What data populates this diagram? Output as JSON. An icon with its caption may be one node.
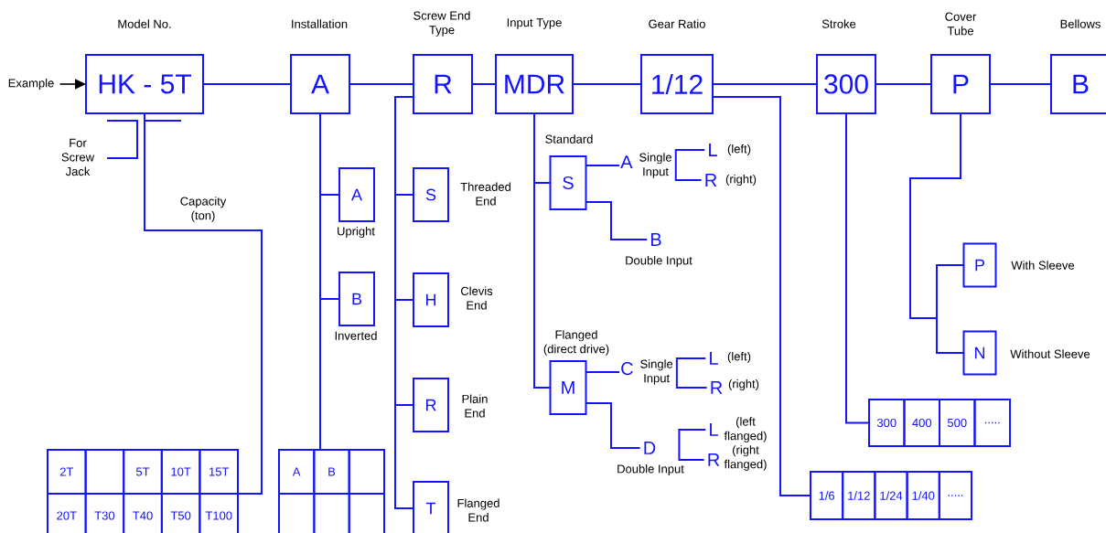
{
  "diagram": {
    "nodes": [
      {
        "text": [
          "Example"
        ]
      },
      {
        "text": [
          "Model No.",
          "HK - 5T"
        ]
      },
      {
        "text": [
          "Installation",
          "A"
        ]
      },
      {
        "text": [
          "Screw End Type",
          "R"
        ]
      },
      {
        "text": [
          "Input Type",
          "MDR"
        ]
      },
      {
        "text": [
          "Gear Ratio",
          "1/12"
        ]
      },
      {
        "text": [
          "Stroke",
          "300"
        ]
      },
      {
        "text": [
          "Cover Tube",
          "P"
        ]
      },
      {
        "text": [
          "Bellows",
          "B"
        ]
      },
      {
        "text": [
          "A"
        ],
        "beside": [
          "Upright"
        ]
      },
      {
        "text": [
          "B"
        ],
        "beside": [
          "Inverted"
        ]
      },
      {
        "text": [
          "S"
        ],
        "beside": [
          "Threaded End"
        ]
      },
      {
        "text": [
          "H"
        ],
        "beside": [
          "Clevis End"
        ]
      },
      {
        "text": [
          "R"
        ],
        "beside": [
          "Plain End"
        ]
      },
      {
        "text": [
          "T"
        ],
        "beside": [
          "Flanged End"
        ]
      },
      {
        "text": [
          "S"
        ],
        "beside": [
          "Standard"
        ]
      },
      {
        "text": [
          "A",
          "Single Input"
        ]
      },
      {
        "text": [
          "L"
        ],
        "beside": [
          "(left)"
        ]
      },
      {
        "text": [
          "R"
        ],
        "beside": [
          "(right)"
        ]
      },
      {
        "text": [
          "B"
        ],
        "beside": [
          "Double Input"
        ]
      },
      {
        "text": [
          "M"
        ],
        "beside": [
          "Flanged (direct drive)"
        ]
      },
      {
        "text": [
          "C",
          "Single Input"
        ]
      },
      {
        "text": [
          "L"
        ],
        "beside": [
          "(left)"
        ]
      },
      {
        "text": [
          "R"
        ],
        "beside": [
          "(right)"
        ]
      },
      {
        "text": [
          "D"
        ],
        "beside": [
          "Double Input"
        ]
      },
      {
        "text": [
          "L"
        ],
        "beside": [
          "(left flanged)"
        ]
      },
      {
        "text": [
          "R"
        ],
        "beside": [
          "(right flanged)"
        ]
      },
      {
        "text": [
          "P"
        ],
        "beside": [
          "With Sleeve"
        ]
      },
      {
        "text": [
          "N"
        ],
        "beside": [
          "Without Sleeve"
        ]
      },
      {
        "text": [
          "2T",
          "5T",
          "10T",
          "15T",
          "20T",
          "T30",
          "T40",
          "T50",
          "T100"
        ]
      },
      {
        "text": [
          "A",
          "B"
        ]
      },
      {
        "text": [
          "300",
          "400",
          "500",
          "....."
        ]
      },
      {
        "text": [
          "1/6",
          "1/12",
          "1/24",
          "1/40",
          "....."
        ]
      }
    ],
    "edges": [
      {
        "from": 0,
        "to": 1,
        "arrow": "to",
        "color": "#000000"
      },
      {
        "from": 1,
        "to": 2,
        "arrow": "none"
      },
      {
        "from": 2,
        "to": 3,
        "arrow": "none"
      },
      {
        "from": 3,
        "to": 4,
        "arrow": "none"
      },
      {
        "from": 4,
        "to": 5,
        "arrow": "none"
      },
      {
        "from": 5,
        "to": 6,
        "arrow": "none"
      },
      {
        "from": 6,
        "to": 7,
        "arrow": "none"
      },
      {
        "from": 7,
        "to": 8,
        "arrow": "none"
      },
      {
        "from": 1,
        "to": 29,
        "arrow": "none",
        "label": "Capacity (ton)"
      },
      {
        "from": 2,
        "to": 9,
        "arrow": "none"
      },
      {
        "from": 2,
        "to": 10,
        "arrow": "none"
      },
      {
        "from": 2,
        "to": 30,
        "arrow": "none"
      },
      {
        "from": 3,
        "to": 11,
        "arrow": "none"
      },
      {
        "from": 3,
        "to": 12,
        "arrow": "none"
      },
      {
        "from": 3,
        "to": 13,
        "arrow": "none"
      },
      {
        "from": 3,
        "to": 14,
        "arrow": "none"
      },
      {
        "from": 4,
        "to": 15,
        "arrow": "none"
      },
      {
        "from": 4,
        "to": 20,
        "arrow": "none"
      },
      {
        "from": 15,
        "to": 16,
        "arrow": "none"
      },
      {
        "from": 15,
        "to": 19,
        "arrow": "none"
      },
      {
        "from": 16,
        "to": 17,
        "arrow": "none"
      },
      {
        "from": 16,
        "to": 18,
        "arrow": "none"
      },
      {
        "from": 20,
        "to": 21,
        "arrow": "none"
      },
      {
        "from": 20,
        "to": 24,
        "arrow": "none"
      },
      {
        "from": 21,
        "to": 22,
        "arrow": "none"
      },
      {
        "from": 21,
        "to": 23,
        "arrow": "none"
      },
      {
        "from": 24,
        "to": 25,
        "arrow": "none"
      },
      {
        "from": 24,
        "to": 26,
        "arrow": "none"
      },
      {
        "from": 5,
        "to": 32,
        "arrow": "none"
      },
      {
        "from": 6,
        "to": 31,
        "arrow": "none"
      },
      {
        "from": 7,
        "to": 27,
        "arrow": "none"
      },
      {
        "from": 7,
        "to": 28,
        "arrow": "none"
      }
    ],
    "labels": [
      "For Screw Jack"
    ]
  }
}
